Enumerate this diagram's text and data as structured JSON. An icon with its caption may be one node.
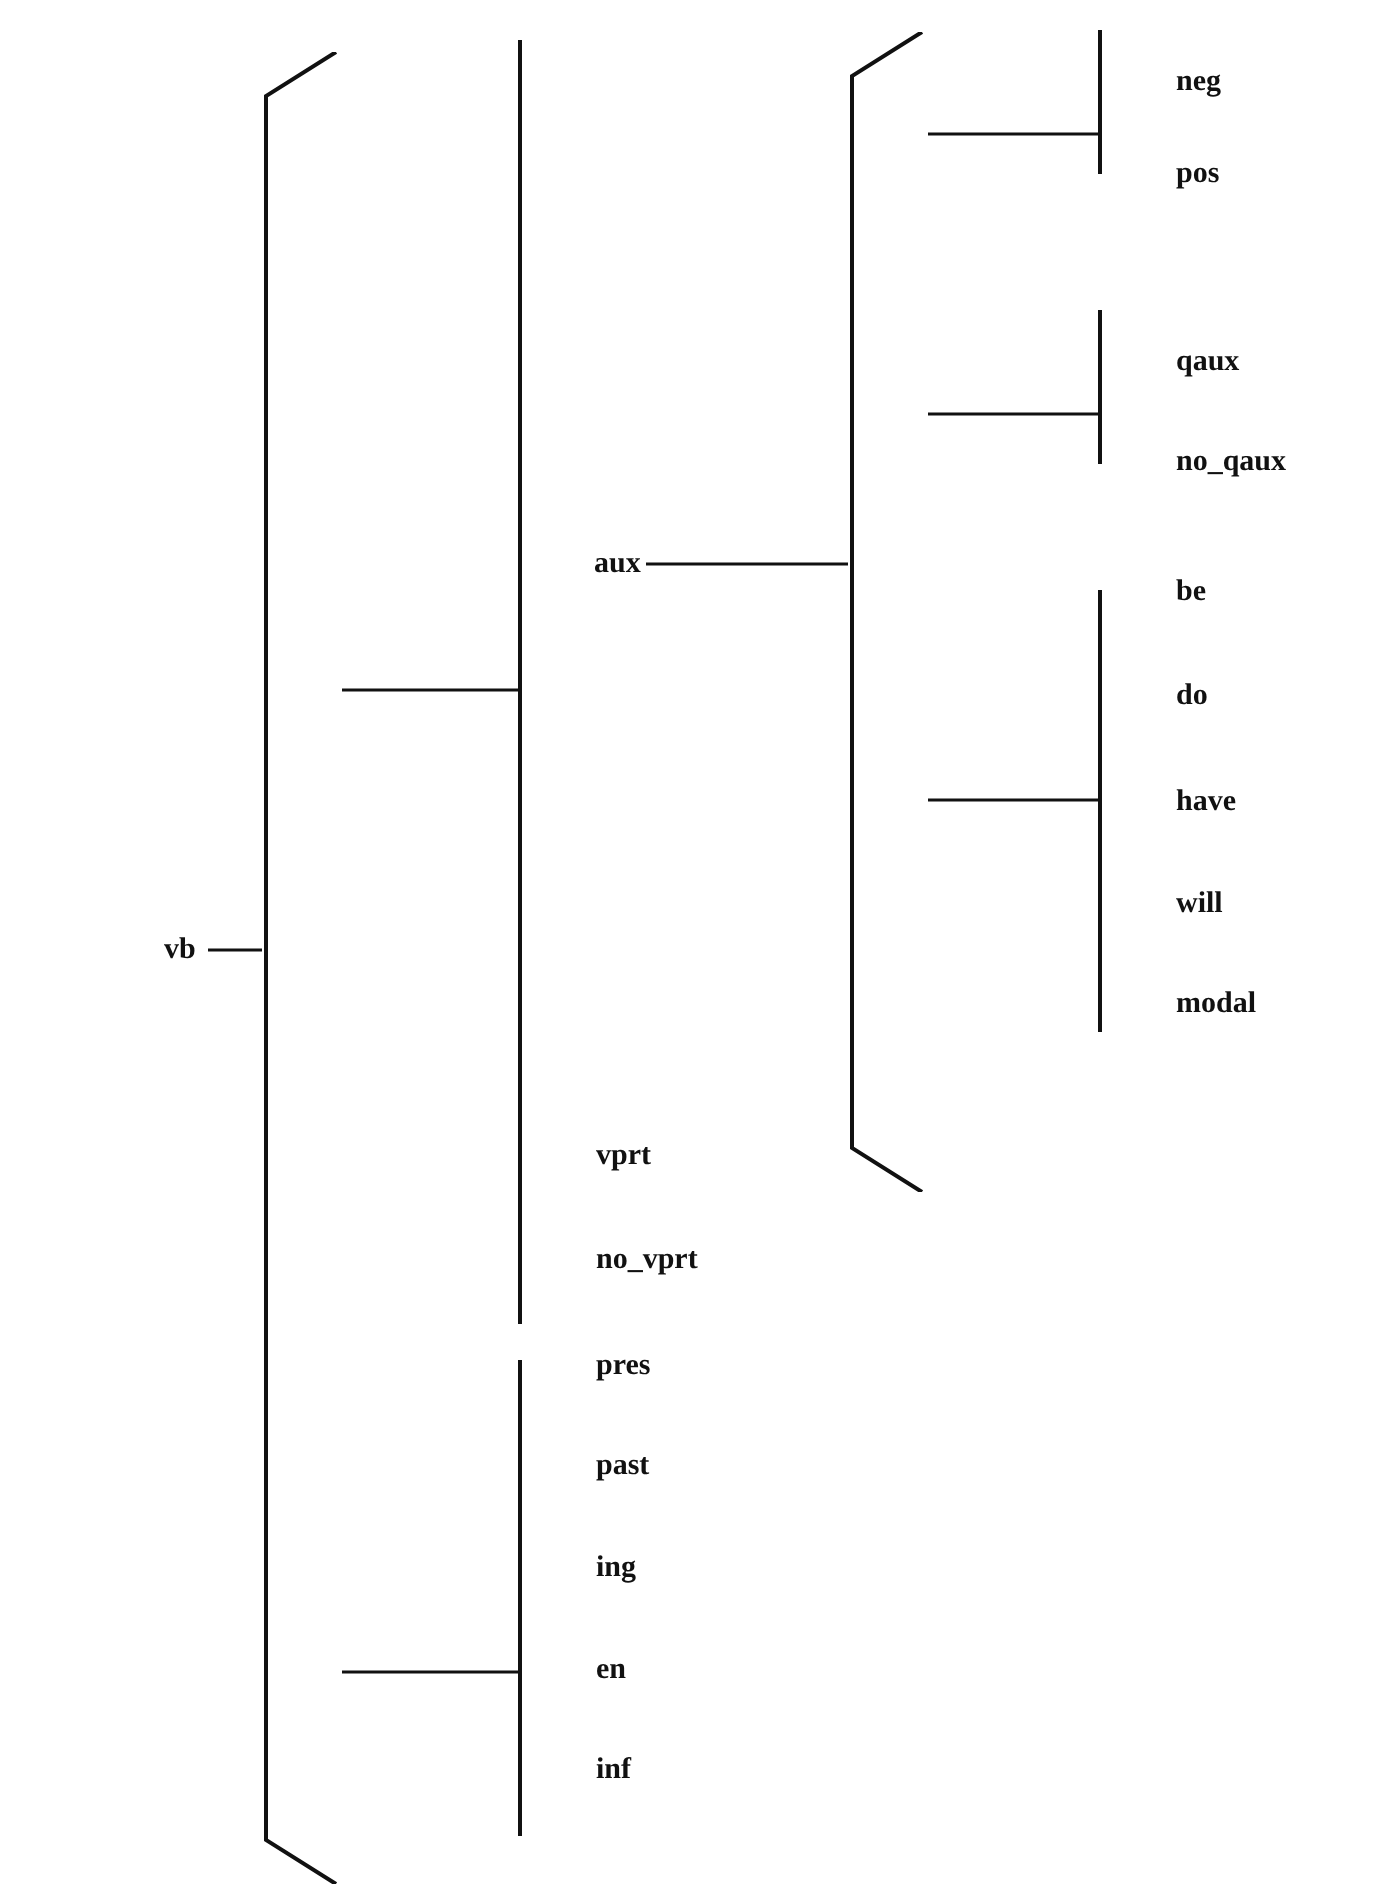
{
  "diagram": {
    "nodes": [
      {
        "text": [
          "vb"
        ]
      },
      {
        "text": [],
        "shape": "bracket"
      },
      {
        "text": [],
        "shape": "bar"
      },
      {
        "text": [
          "aux"
        ]
      },
      {
        "text": [],
        "shape": "bracket"
      },
      {
        "text": [],
        "shape": "bar"
      },
      {
        "text": [],
        "shape": "bar"
      },
      {
        "text": [],
        "shape": "bar"
      },
      {
        "text": [],
        "shape": "bar"
      }
    ],
    "edges": [
      {
        "from": 0,
        "to": 1,
        "arrow": "none"
      },
      {
        "from": 1,
        "to": 2,
        "arrow": "none"
      },
      {
        "from": 3,
        "to": 4,
        "arrow": "none"
      },
      {
        "from": 4,
        "to": 5,
        "arrow": "none"
      },
      {
        "from": 4,
        "to": 6,
        "arrow": "none"
      },
      {
        "from": 4,
        "to": 7,
        "arrow": "none"
      },
      {
        "from": 1,
        "to": 8,
        "arrow": "none"
      }
    ],
    "labels": [
      "neg",
      "pos",
      "qaux",
      "no_qaux",
      "be",
      "do",
      "have",
      "will",
      "modal",
      "vprt",
      "no_vprt",
      "pres",
      "past",
      "ing",
      "en",
      "inf"
    ]
  }
}
